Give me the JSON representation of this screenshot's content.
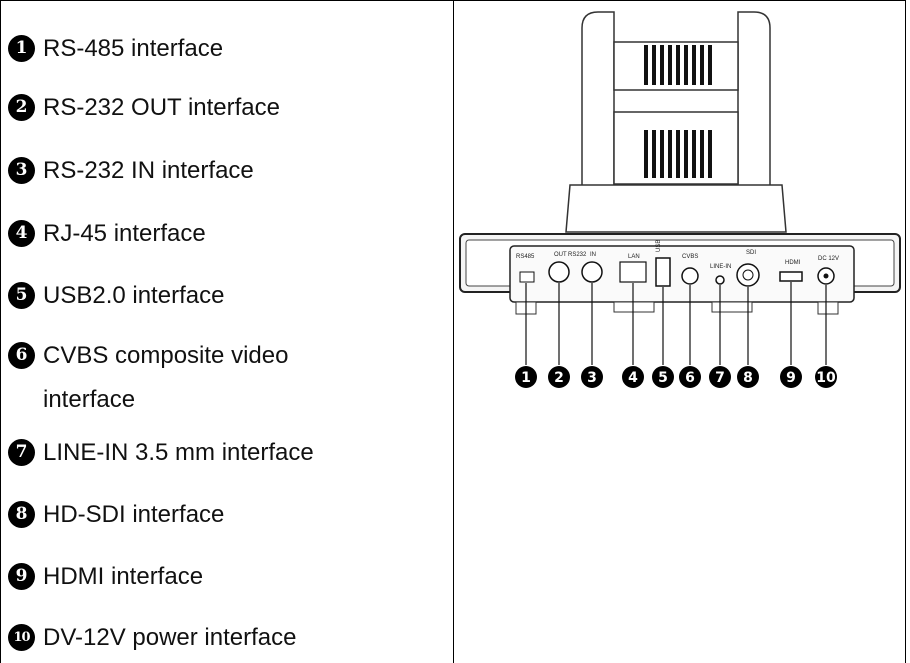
{
  "interfaces": [
    {
      "num": "1",
      "label": "RS-485 interface"
    },
    {
      "num": "2",
      "label": "RS-232 OUT interface"
    },
    {
      "num": "3",
      "label": "RS-232 IN interface"
    },
    {
      "num": "4",
      "label": "RJ-45 interface"
    },
    {
      "num": "5",
      "label": "USB2.0 interface"
    },
    {
      "num": "6",
      "label": "CVBS composite video interface"
    },
    {
      "num": "7",
      "label": "LINE-IN 3.5 mm interface"
    },
    {
      "num": "8",
      "label": "HD-SDI interface"
    },
    {
      "num": "9",
      "label": "HDMI interface"
    },
    {
      "num": "10",
      "label": "DV-12V power interface"
    }
  ],
  "panel_labels": {
    "rs485": "RS485",
    "out": "OUT",
    "rs232": "RS232",
    "in": "IN",
    "lan": "LAN",
    "usb": "USB",
    "cvbs": "CVBS",
    "linein": "LINE-IN",
    "sdi": "SDI",
    "hdmi": "HDMI",
    "dc12v": "DC 12V"
  },
  "callouts": [
    "1",
    "2",
    "3",
    "4",
    "5",
    "6",
    "7",
    "8",
    "9",
    "10"
  ]
}
